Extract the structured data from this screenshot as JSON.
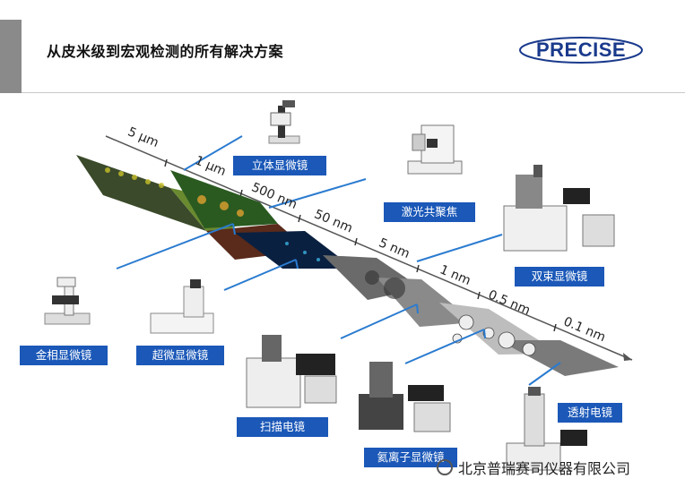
{
  "title": "从皮米级到宏观检测的所有解决方案",
  "logo": "PRECISE",
  "scales": [
    "5 μm",
    "1 μm",
    "500 nm",
    "50 nm",
    "5 nm",
    "1 nm",
    "0.5 nm",
    "0.1 nm"
  ],
  "labels": {
    "stereo": "立体显微镜",
    "confocal": "激光共聚焦",
    "fib": "双束显微镜",
    "metallo": "金相显微镜",
    "ultra": "超微显微镜",
    "sem": "扫描电镜",
    "helium": "氦离子显微镜",
    "tem": "透射电镜"
  },
  "watermark": "北京普瑞赛司仪器有限公司",
  "colors": {
    "accent": "#1b58b8",
    "line": "#2a7bd0",
    "brand": "#1a3a8c"
  }
}
